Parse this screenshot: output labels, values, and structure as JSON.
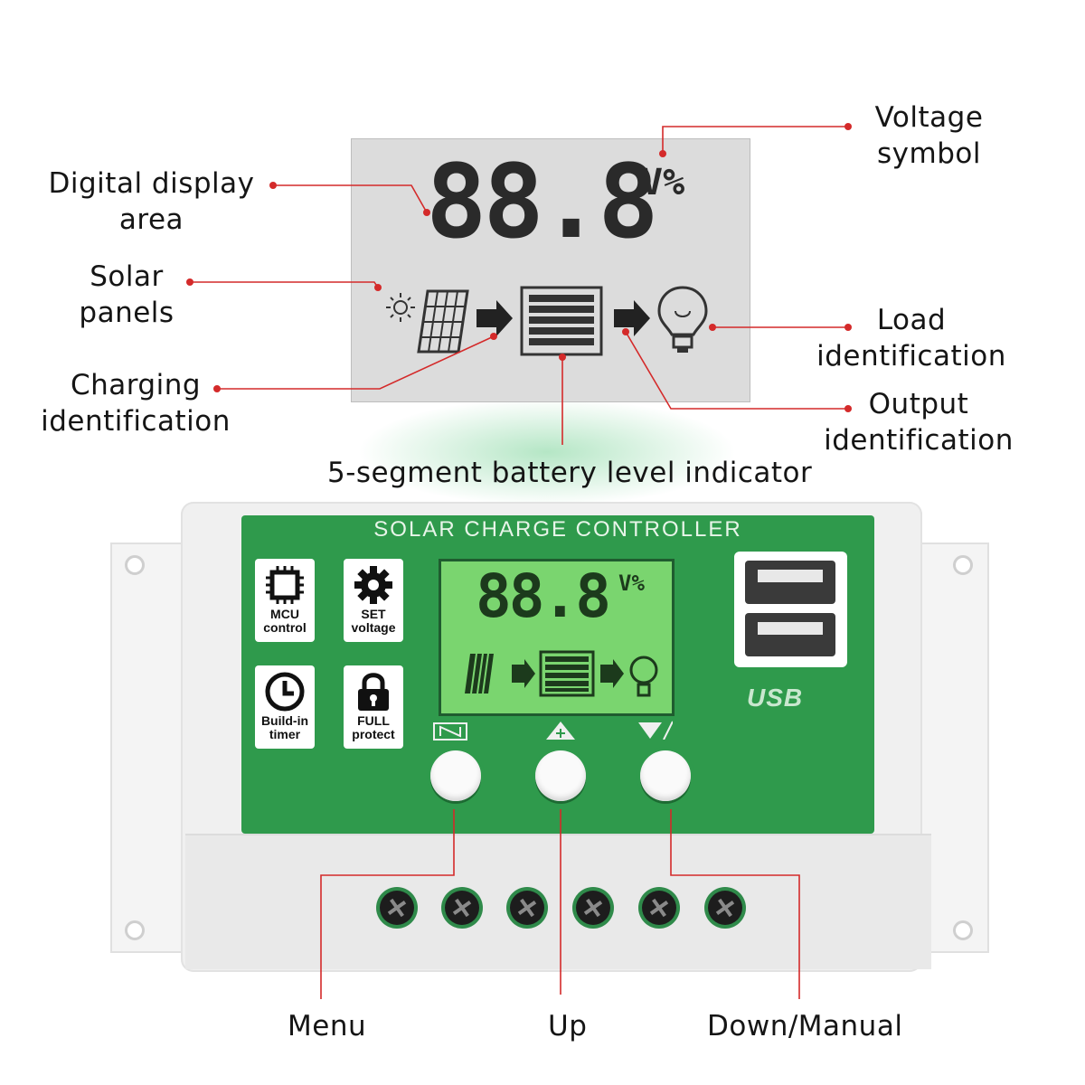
{
  "callouts": {
    "digital_display": [
      "Digital display",
      "area"
    ],
    "solar_panels": [
      "Solar",
      "panels"
    ],
    "charging": [
      "Charging",
      "identification"
    ],
    "voltage_symbol": [
      "Voltage",
      "symbol"
    ],
    "load": [
      "Load",
      "identification"
    ],
    "output": [
      "Output",
      "identification"
    ],
    "battery_indicator": "5-segment battery level indicator"
  },
  "lcd": {
    "digits": "88.8",
    "unit": "V%"
  },
  "controller": {
    "title": "SOLAR CHARGE CONTROLLER",
    "tiles": {
      "mcu": [
        "MCU",
        "control"
      ],
      "set": [
        "SET",
        "voltage"
      ],
      "timer": [
        "Build-in",
        "timer"
      ],
      "protect": [
        "FULL",
        "protect"
      ]
    },
    "usb_label": "USB"
  },
  "buttons": {
    "menu": "Menu",
    "up": "Up",
    "down": "Down/Manual"
  },
  "colors": {
    "panel_green": "#2f9a4c",
    "lcd_green": "#7ad56f",
    "leader_red": "#d42a2a"
  }
}
